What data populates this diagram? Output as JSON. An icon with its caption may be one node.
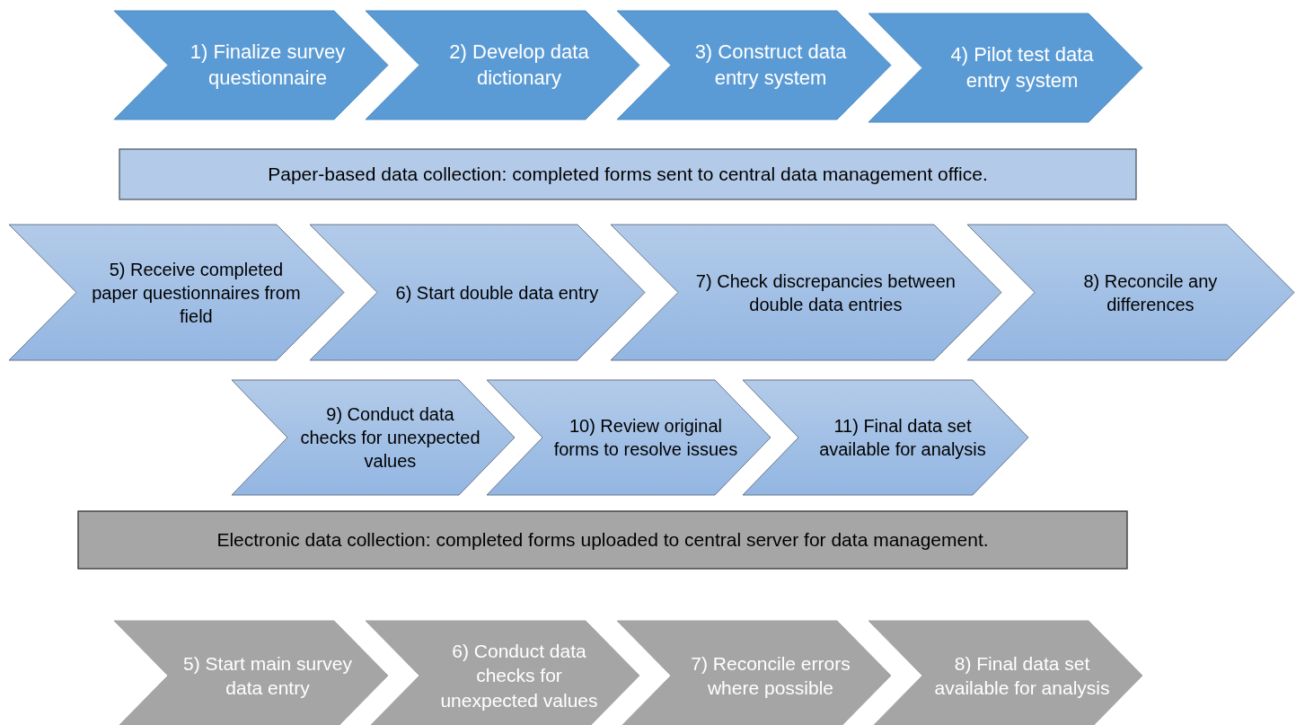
{
  "diagram": {
    "nodes": [
      {
        "text": [
          "1) Finalize survey questionnaire"
        ]
      },
      {
        "text": [
          "2) Develop data dictionary"
        ]
      },
      {
        "text": [
          "3) Construct data entry system"
        ]
      },
      {
        "text": [
          "4) Pilot test data entry system"
        ]
      },
      {
        "text": [
          "Paper-based data collection: completed forms sent to central data management office."
        ]
      },
      {
        "text": [
          "5) Receive completed paper questionnaires from field"
        ]
      },
      {
        "text": [
          "6) Start double data entry"
        ]
      },
      {
        "text": [
          "7) Check discrepancies between double data entries"
        ]
      },
      {
        "text": [
          "8) Reconcile any differences"
        ]
      },
      {
        "text": [
          "9) Conduct data checks for unexpected values"
        ]
      },
      {
        "text": [
          "10) Review original forms to resolve issues"
        ]
      },
      {
        "text": [
          "11) Final data set available for analysis"
        ]
      },
      {
        "text": [
          "Electronic data collection: completed forms uploaded to central server for data management."
        ]
      },
      {
        "text": [
          "5) Start main survey data entry"
        ]
      },
      {
        "text": [
          "6) Conduct data checks for unexpected values"
        ]
      },
      {
        "text": [
          "7) Reconcile errors where possible"
        ]
      },
      {
        "text": [
          "8) Final data set available for analysis"
        ]
      }
    ]
  }
}
